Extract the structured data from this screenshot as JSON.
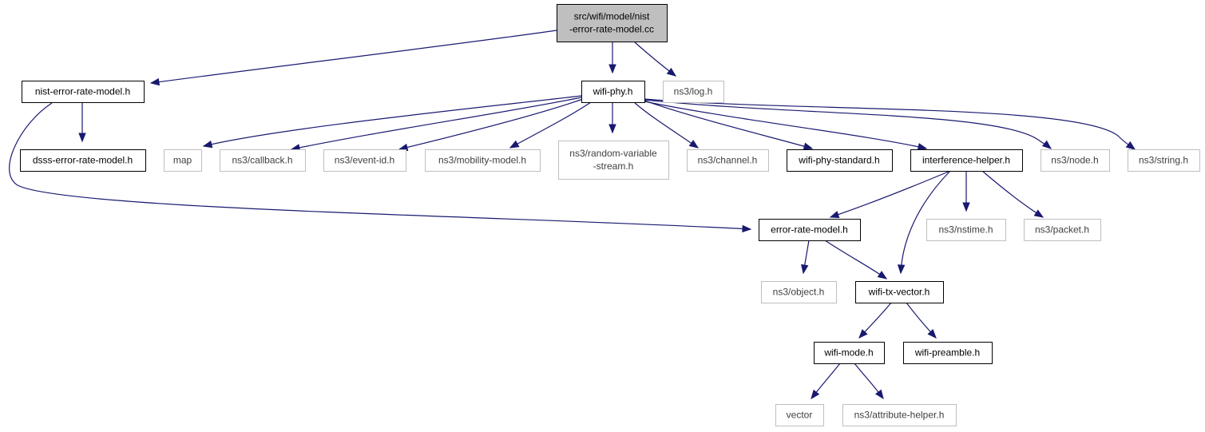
{
  "diagram": {
    "type": "include-dependency-graph",
    "colors": {
      "edge": "#191970",
      "root_fill": "#bfbfbf",
      "internal_border": "#000000",
      "external_border": "#bfbfbf",
      "text": "#000000",
      "external_text": "#404040"
    },
    "nodes": [
      {
        "id": "root",
        "lines": [
          "src/wifi/model/nist",
          "-error-rate-model.cc"
        ],
        "kind": "root"
      },
      {
        "id": "nist_erm_h",
        "lines": [
          "nist-error-rate-model.h"
        ],
        "kind": "internal"
      },
      {
        "id": "wifi_phy_h",
        "lines": [
          "wifi-phy.h"
        ],
        "kind": "internal"
      },
      {
        "id": "log_h",
        "lines": [
          "ns3/log.h"
        ],
        "kind": "external"
      },
      {
        "id": "dsss_h",
        "lines": [
          "dsss-error-rate-model.h"
        ],
        "kind": "internal"
      },
      {
        "id": "map",
        "lines": [
          "map"
        ],
        "kind": "external"
      },
      {
        "id": "callback_h",
        "lines": [
          "ns3/callback.h"
        ],
        "kind": "external"
      },
      {
        "id": "eventid_h",
        "lines": [
          "ns3/event-id.h"
        ],
        "kind": "external"
      },
      {
        "id": "mobility_h",
        "lines": [
          "ns3/mobility-model.h"
        ],
        "kind": "external"
      },
      {
        "id": "rvs_h",
        "lines": [
          "ns3/random-variable",
          "-stream.h"
        ],
        "kind": "external"
      },
      {
        "id": "channel_h",
        "lines": [
          "ns3/channel.h"
        ],
        "kind": "external"
      },
      {
        "id": "std_h",
        "lines": [
          "wifi-phy-standard.h"
        ],
        "kind": "internal"
      },
      {
        "id": "interf_h",
        "lines": [
          "interference-helper.h"
        ],
        "kind": "internal"
      },
      {
        "id": "node_h",
        "lines": [
          "ns3/node.h"
        ],
        "kind": "external"
      },
      {
        "id": "string_h",
        "lines": [
          "ns3/string.h"
        ],
        "kind": "external"
      },
      {
        "id": "erm_h",
        "lines": [
          "error-rate-model.h"
        ],
        "kind": "internal"
      },
      {
        "id": "nstime_h",
        "lines": [
          "ns3/nstime.h"
        ],
        "kind": "external"
      },
      {
        "id": "packet_h",
        "lines": [
          "ns3/packet.h"
        ],
        "kind": "external"
      },
      {
        "id": "object_h",
        "lines": [
          "ns3/object.h"
        ],
        "kind": "external"
      },
      {
        "id": "txvec_h",
        "lines": [
          "wifi-tx-vector.h"
        ],
        "kind": "internal"
      },
      {
        "id": "mode_h",
        "lines": [
          "wifi-mode.h"
        ],
        "kind": "internal"
      },
      {
        "id": "preamble_h",
        "lines": [
          "wifi-preamble.h"
        ],
        "kind": "internal"
      },
      {
        "id": "vector",
        "lines": [
          "vector"
        ],
        "kind": "external"
      },
      {
        "id": "attr_h",
        "lines": [
          "ns3/attribute-helper.h"
        ],
        "kind": "external"
      }
    ],
    "edges": [
      {
        "from": "root",
        "to": "nist_erm_h"
      },
      {
        "from": "root",
        "to": "wifi_phy_h"
      },
      {
        "from": "root",
        "to": "log_h"
      },
      {
        "from": "nist_erm_h",
        "to": "dsss_h"
      },
      {
        "from": "nist_erm_h",
        "to": "erm_h"
      },
      {
        "from": "wifi_phy_h",
        "to": "map"
      },
      {
        "from": "wifi_phy_h",
        "to": "callback_h"
      },
      {
        "from": "wifi_phy_h",
        "to": "eventid_h"
      },
      {
        "from": "wifi_phy_h",
        "to": "mobility_h"
      },
      {
        "from": "wifi_phy_h",
        "to": "rvs_h"
      },
      {
        "from": "wifi_phy_h",
        "to": "channel_h"
      },
      {
        "from": "wifi_phy_h",
        "to": "std_h"
      },
      {
        "from": "wifi_phy_h",
        "to": "interf_h"
      },
      {
        "from": "wifi_phy_h",
        "to": "node_h"
      },
      {
        "from": "wifi_phy_h",
        "to": "string_h"
      },
      {
        "from": "interf_h",
        "to": "erm_h"
      },
      {
        "from": "interf_h",
        "to": "nstime_h"
      },
      {
        "from": "interf_h",
        "to": "packet_h"
      },
      {
        "from": "interf_h",
        "to": "txvec_h"
      },
      {
        "from": "erm_h",
        "to": "object_h"
      },
      {
        "from": "erm_h",
        "to": "txvec_h"
      },
      {
        "from": "txvec_h",
        "to": "mode_h"
      },
      {
        "from": "txvec_h",
        "to": "preamble_h"
      },
      {
        "from": "mode_h",
        "to": "vector"
      },
      {
        "from": "mode_h",
        "to": "attr_h"
      }
    ]
  }
}
